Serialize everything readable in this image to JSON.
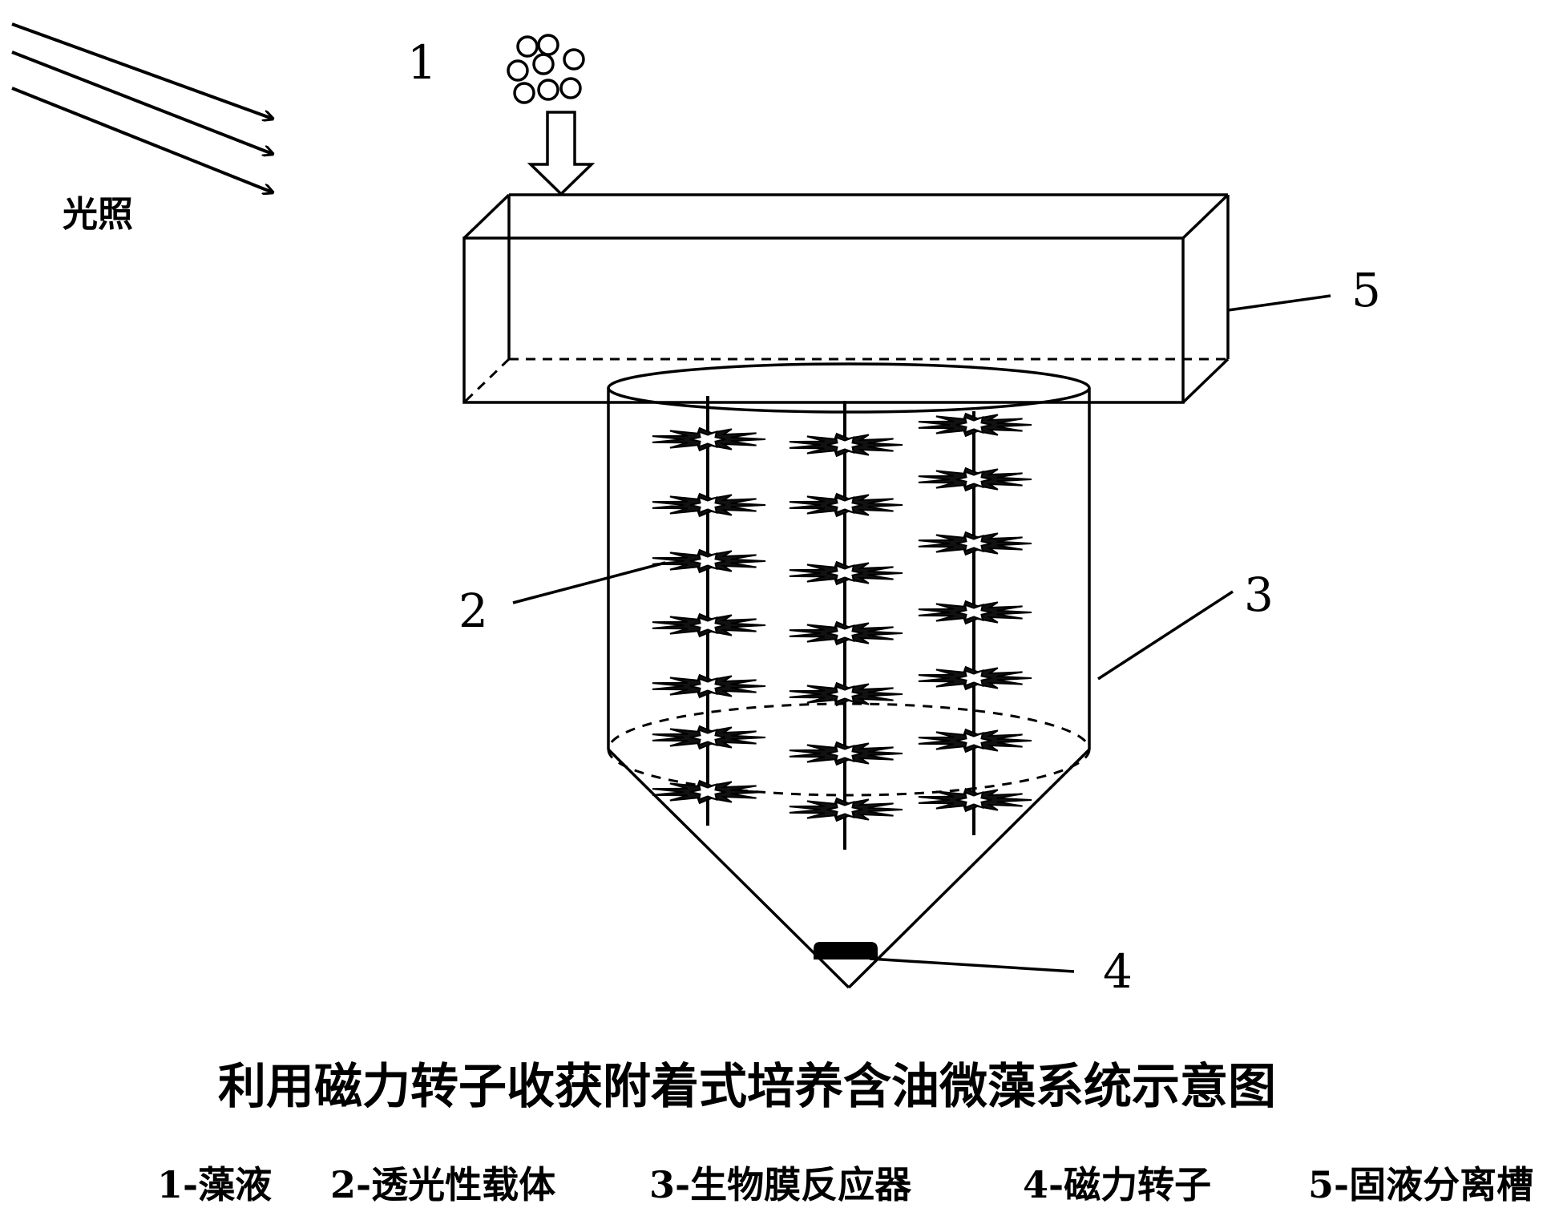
{
  "light_label": "光照",
  "labels": {
    "algae_liquid": "1",
    "carrier": "2",
    "reactor": "3",
    "rotor": "4",
    "tank": "5"
  },
  "title": "利用磁力转子收获附着式培养含油微藻系统示意图",
  "legend": [
    "1-藻液",
    "2-透光性载体",
    "3-生物膜反应器",
    "4-磁力转子",
    "5-固液分离槽"
  ]
}
